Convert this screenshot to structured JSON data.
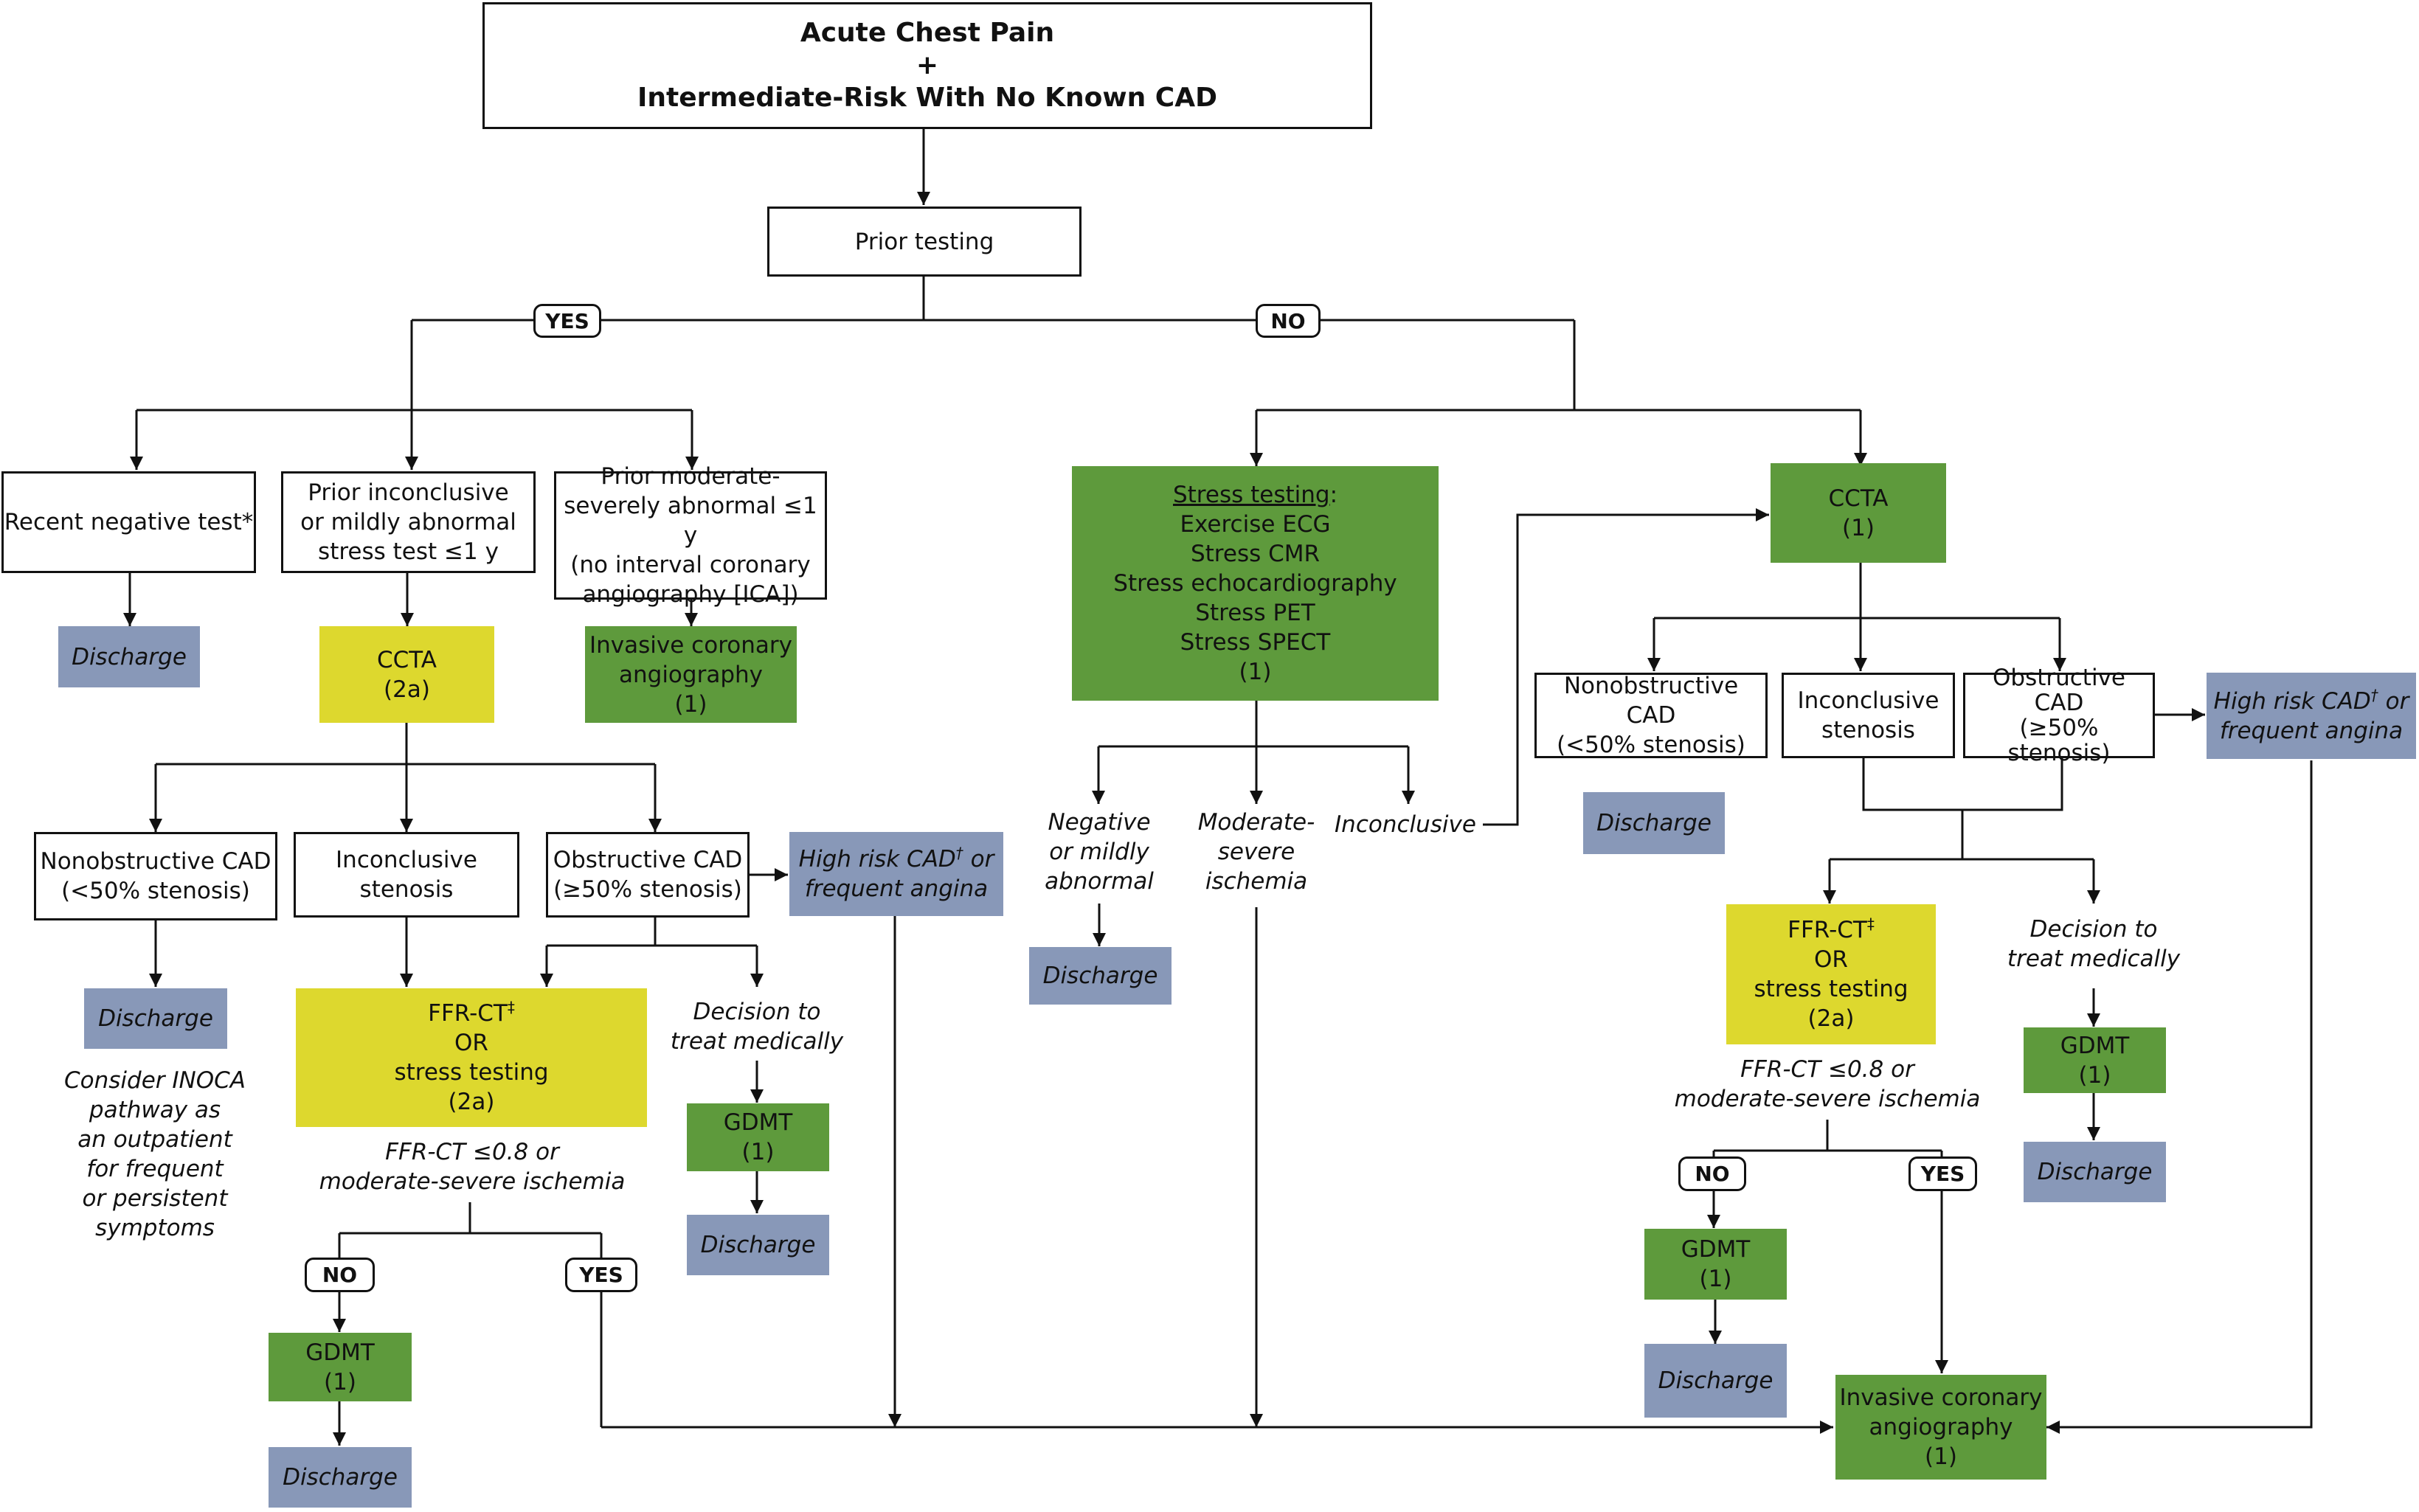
{
  "colors": {
    "recommended_class1": "#5E9A3C",
    "recommended_class2a": "#DDD82E",
    "outcome": "#8898B8",
    "line": "#111111"
  },
  "top": {
    "line1": "Acute Chest Pain",
    "line2": "+",
    "line3": "Intermediate-Risk With No Known CAD"
  },
  "prior_testing": "Prior testing",
  "branch_yes": "YES",
  "branch_no": "NO",
  "left": {
    "recent_negative": "Recent negative test*",
    "prior_inconclusive": [
      "Prior inconclusive",
      "or mildly abnormal",
      "stress test ≤1 y"
    ],
    "prior_moderate": [
      "Prior moderate-",
      "severely abnormal ≤1 y",
      "(no interval coronary",
      "angiography [ICA])"
    ],
    "discharge": "Discharge",
    "ccta": [
      "CCTA",
      "(2a)"
    ],
    "ica": [
      "Invasive coronary",
      "angiography",
      "(1)"
    ],
    "nonobstructive": [
      "Nonobstructive CAD",
      "(<50% stenosis)"
    ],
    "inconclusive_stenosis": [
      "Inconclusive",
      "stenosis"
    ],
    "obstructive": [
      "Obstructive CAD",
      "(≥50% stenosis)"
    ],
    "high_risk": [
      "High risk CAD",
      "†",
      " or",
      "frequent angina"
    ],
    "discharge2": "Discharge",
    "inoca_note": [
      "Consider INOCA",
      "pathway as",
      "an outpatient",
      "for frequent",
      "or persistent",
      "symptoms"
    ],
    "ffr": [
      "FFR-CT",
      "‡",
      "OR",
      "stress testing",
      "(2a)"
    ],
    "decision_medical": [
      "Decision to",
      "treat medically"
    ],
    "gdmt": [
      "GDMT",
      "(1)"
    ],
    "discharge3": "Discharge",
    "ffr_criteria": [
      "FFR-CT ≤0.8 or",
      "moderate-severe ischemia"
    ],
    "no": "NO",
    "yes": "YES",
    "gdmt2": [
      "GDMT",
      "(1)"
    ],
    "discharge4": "Discharge"
  },
  "middle": {
    "stress_title": "Stress testing",
    "stress_colon": ":",
    "stress_items": [
      "Exercise ECG",
      "Stress CMR",
      "Stress echocardiography",
      "Stress PET",
      "Stress SPECT",
      "(1)"
    ],
    "negative": [
      "Negative",
      "or mildly",
      "abnormal"
    ],
    "moderate": [
      "Moderate-",
      "severe",
      "ischemia"
    ],
    "inconclusive": "Inconclusive",
    "discharge": "Discharge"
  },
  "right": {
    "ccta": [
      "CCTA",
      "(1)"
    ],
    "nonobstructive": [
      "Nonobstructive CAD",
      "(<50% stenosis)"
    ],
    "inconclusive_stenosis": [
      "Inconclusive",
      "stenosis"
    ],
    "obstructive": [
      "Obstructive",
      "CAD",
      "(≥50% stenosis)"
    ],
    "high_risk": [
      "High risk CAD",
      "†",
      " or",
      "frequent angina"
    ],
    "discharge": "Discharge",
    "ffr": [
      "FFR-CT",
      "‡",
      "OR",
      "stress testing",
      "(2a)"
    ],
    "decision_medical": [
      "Decision to",
      "treat medically"
    ],
    "gdmt": [
      "GDMT",
      "(1)"
    ],
    "discharge2": "Discharge",
    "ffr_criteria": [
      "FFR-CT ≤0.8 or",
      "moderate-severe ischemia"
    ],
    "no": "NO",
    "yes": "YES",
    "gdmt2": [
      "GDMT",
      "(1)"
    ],
    "discharge3": "Discharge",
    "ica": [
      "Invasive coronary",
      "angiography",
      "(1)"
    ]
  }
}
